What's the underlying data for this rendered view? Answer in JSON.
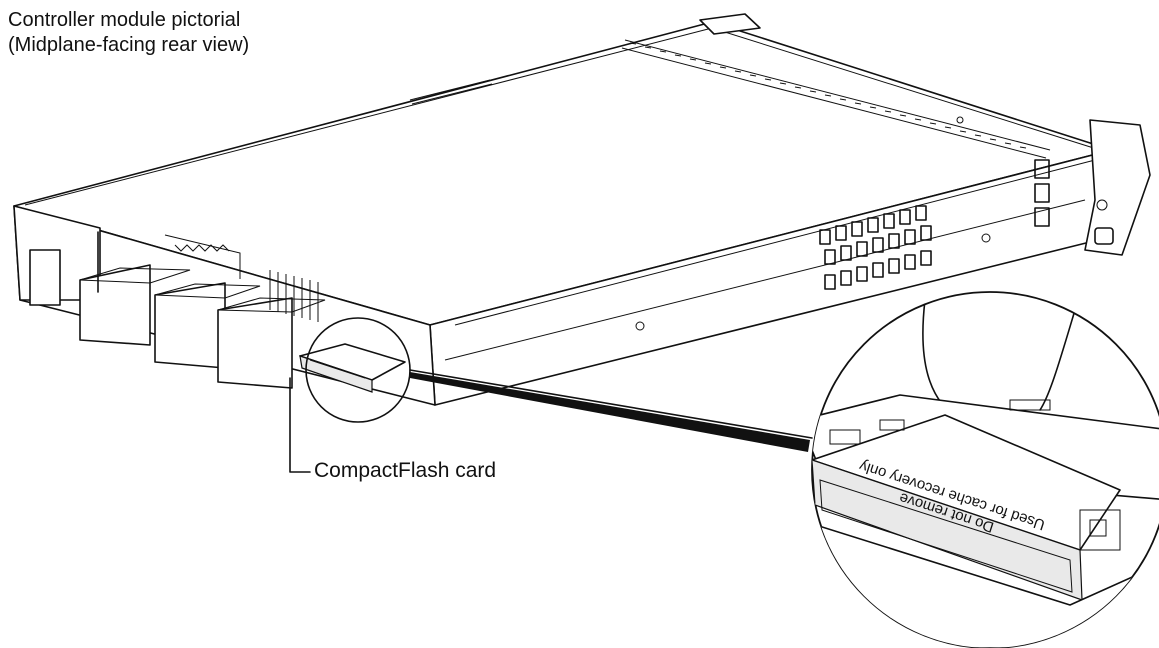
{
  "title": {
    "line1": "Controller module pictorial",
    "line2": "(Midplane-facing rear view)"
  },
  "callout": {
    "label": "CompactFlash card"
  },
  "detail": {
    "label_line1": "Do not remove",
    "label_line2": "Used for cache recovery only"
  }
}
